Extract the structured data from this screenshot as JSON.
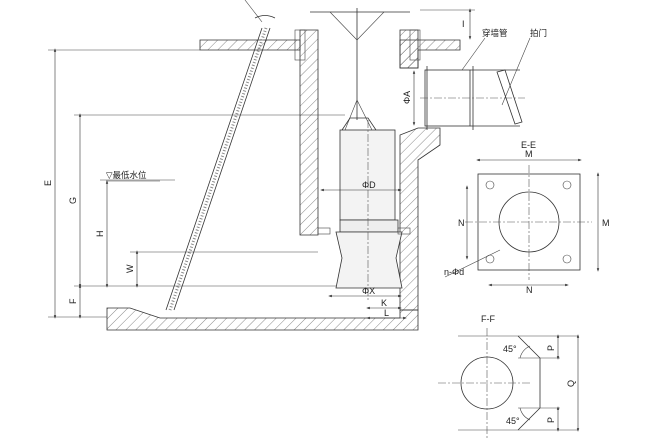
{
  "title": "Submersible axial-flow pump installation drawing",
  "labels": {
    "wall_pipe": "穿墙管",
    "flap_valve": "拍门",
    "min_water_level": "▽最低水位",
    "E": "E",
    "G": "G",
    "H": "H",
    "W": "W",
    "F": "F",
    "phi_D": "ΦD",
    "phi_X": "ΦX",
    "K": "K",
    "L": "L",
    "phi_A": "ΦA",
    "I": "I"
  },
  "section_ee": {
    "title": "E-E",
    "M_top": "M",
    "M_side": "M",
    "N_side": "N",
    "N_bottom": "N",
    "holes": "n-Φd"
  },
  "section_ff": {
    "title": "F-F",
    "angle_top": "45°",
    "angle_bottom": "45°",
    "P_top": "P",
    "P_bottom": "P",
    "Q": "Q"
  }
}
